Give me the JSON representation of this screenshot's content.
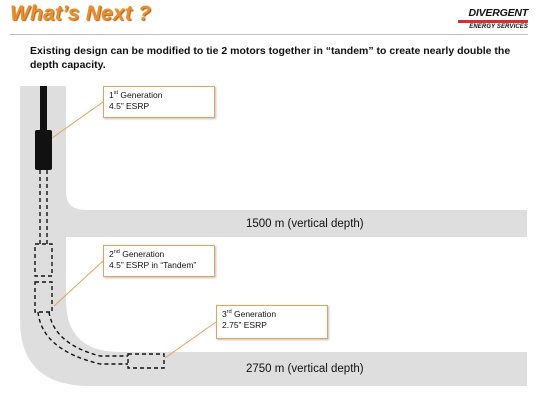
{
  "slide": {
    "title": "What’s Next ?",
    "logo": {
      "name": "DIVERGENT",
      "tagline": "ENERGY SERVICES"
    },
    "subtitle": "Existing design can be modified to tie 2 motors together in “tandem” to create nearly double the depth capacity."
  },
  "callouts": {
    "first": {
      "ordinal": "1",
      "suffix": "st",
      "gen_word": " Generation",
      "desc": "4.5” ESRP"
    },
    "second": {
      "ordinal": "2",
      "suffix": "nd",
      "gen_word": " Generation",
      "desc": "4.5” ESRP in “Tandem”"
    },
    "third": {
      "ordinal": "3",
      "suffix": "rd",
      "gen_word": " Generation",
      "desc": "2.75” ESRP"
    }
  },
  "depths": {
    "shallow": "1500 m (vertical depth)",
    "deep": "2750 m (vertical depth)"
  },
  "colors": {
    "title_orange": "#e8902e",
    "callout_border": "#e3a35a",
    "well_gray": "#dedede",
    "logo_red": "#d2322d"
  }
}
